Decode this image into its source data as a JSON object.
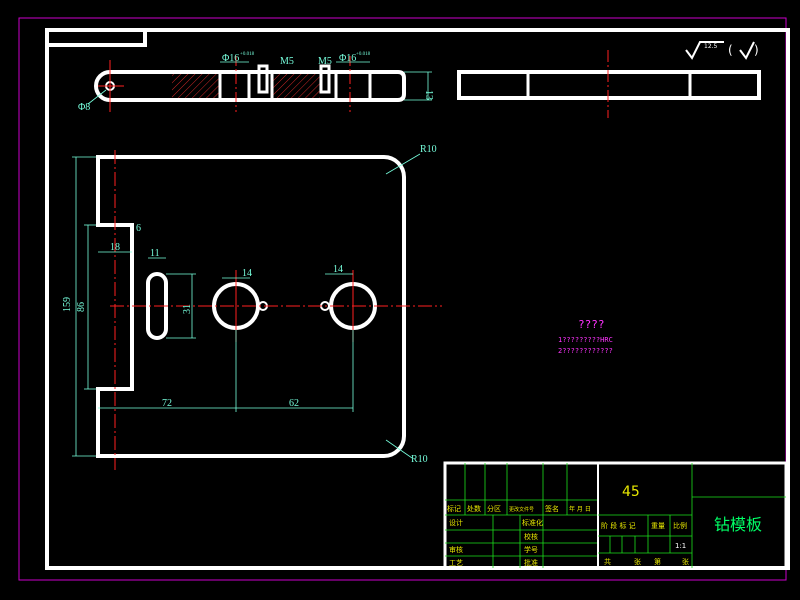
{
  "colors": {
    "background": "#000000",
    "outline": "#ffffff",
    "border_frame": "#cc00cc",
    "dimension": "#77ffdd",
    "centerline": "#ff2020",
    "note": "#ff33ff",
    "title_text": "#00ff66",
    "table_text": "#e8e800"
  },
  "top_view": {
    "hole_label": "Φ8",
    "dim_d1": "Φ16",
    "dim_d1_sup": "+0.018",
    "dim_m1": "M5",
    "dim_m2": "M5",
    "dim_d2": "Φ16",
    "dim_d2_sup": "+0.018",
    "thickness": "13"
  },
  "roughness": {
    "value": "12.5",
    "paren": "(",
    "close": ")"
  },
  "main_view": {
    "r_top": "R10",
    "r_bottom": "R10",
    "dim_6": "6",
    "dim_18": "18",
    "dim_11": "11",
    "dim_14a": "14",
    "dim_14b": "14",
    "dim_31": "31",
    "dim_159": "159",
    "dim_86": "86",
    "dim_72": "72",
    "dim_62": "62"
  },
  "notes": {
    "title": "????",
    "line1": "1?????????HRC",
    "line2": "2????????????"
  },
  "title_block": {
    "material": "45",
    "part_name": "钻模板",
    "scale": "1:1",
    "row_headers": [
      "标记",
      "处数",
      "分区",
      "更改文件号",
      "签名",
      "年 月 日"
    ],
    "design": "设计",
    "standardize": "标准化",
    "review": "审核",
    "process": "工艺",
    "check": "校核",
    "student_id": "学号",
    "approve": "批准",
    "stage_label": "阶 段 标 记",
    "weight": "重量",
    "ratio": "比例",
    "sheets_total": "共",
    "sheets_unit": "张",
    "sheet_no": "第",
    "sheet_unit": "张"
  }
}
